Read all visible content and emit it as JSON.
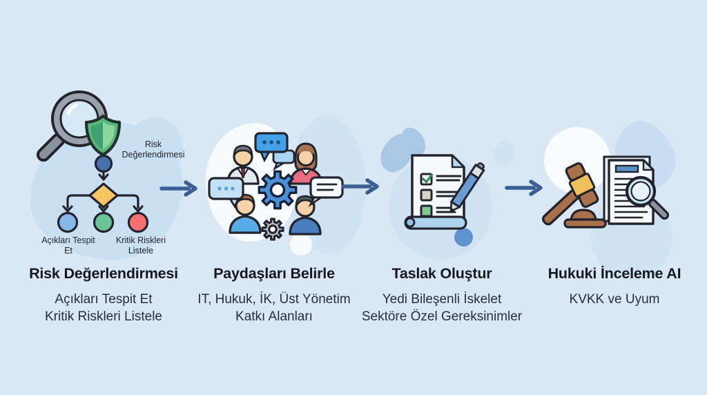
{
  "diagram": {
    "type": "process-flow",
    "language": "Turkish",
    "palette": {
      "background": "#d9e8f4",
      "blob_light": "#cfe3f3",
      "blob_medium": "#c9dff2",
      "blob_dark": "#a8c8e6",
      "blob_white": "#f8fbfe",
      "accent_dot": "#5f94cf",
      "arrow": "#3d6094",
      "outline": "#23232e",
      "gear_blue": "#4a90d9",
      "shield_green": "#58b87c",
      "gavel_brown": "#a9714b",
      "gavel_gold": "#f2c05a",
      "pen_blue": "#6b9bd2"
    },
    "arrows": [
      {
        "name": "arrow-1",
        "direction": "right"
      },
      {
        "name": "arrow-2",
        "direction": "right"
      },
      {
        "name": "arrow-3",
        "direction": "right"
      }
    ],
    "steps": [
      {
        "id": "risk-degerlendirmesi",
        "title": "Risk Değerlendirmesi",
        "subtitle_line1": "Açıkları Tespit Et",
        "subtitle_line2": "Kritik Riskleri Listele",
        "icons": [
          "magnifier-shield-icon",
          "decision-flowchart-icon"
        ],
        "flowchart": {
          "root_label": "Risk Değerlendirmesi",
          "left_label": "Açıkları Tespit Et",
          "right_label": "Kritik Riskleri Listele",
          "node_colors": {
            "root": "#4a6fad",
            "decision": "#f6c563",
            "left": "#85b8e8",
            "middle": "#6cc397",
            "right": "#f47272"
          }
        }
      },
      {
        "id": "paydaslari-belirle",
        "title": "Paydaşları Belirle",
        "subtitle_line1": "IT, Hukuk, İK, Üst Yönetim",
        "subtitle_line2": "Katkı Alanları",
        "icons": [
          "stakeholders-discussion-icon",
          "gear-icon",
          "speech-bubble-icon"
        ]
      },
      {
        "id": "taslak-olustur",
        "title": "Taslak Oluştur",
        "subtitle_line1": "Yedi Bileşenli İskelet",
        "subtitle_line2": "Sektöre Özel Gereksinimler",
        "icons": [
          "checklist-document-icon",
          "pen-icon"
        ]
      },
      {
        "id": "hukuki-inceleme-ai",
        "title": "Hukuki İnceleme AI",
        "subtitle_line1": "KVKK ve Uyum",
        "subtitle_line2": "",
        "icons": [
          "gavel-icon",
          "document-magnifier-icon"
        ]
      }
    ]
  }
}
